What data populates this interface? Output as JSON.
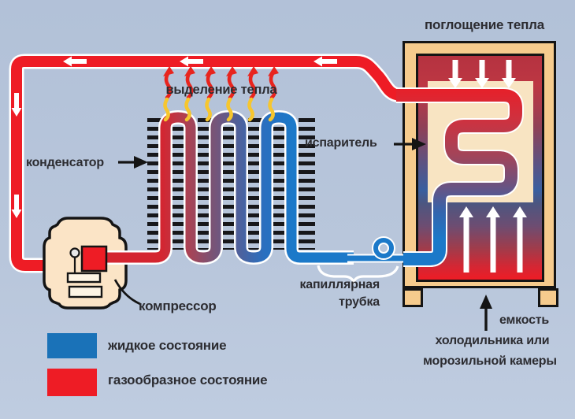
{
  "diagram_title": "Refrigeration cycle (household refrigerator) schematic",
  "labels": {
    "heat_absorption": "поглощение тепла",
    "heat_release": "выделение тепла",
    "condenser": "конденсатор",
    "evaporator": "испаритель",
    "compressor": "компрессор",
    "capillary_line1": "капиллярная",
    "capillary_line2": "трубка",
    "chamber_line1": "емкость",
    "chamber_line2": "холодильника или",
    "chamber_line3": "морозильной камеры"
  },
  "legend": {
    "items": [
      {
        "label": "жидкое состояние",
        "color": "#1a72b8"
      },
      {
        "label": "газообразное состояние",
        "color": "#ee1c25"
      }
    ]
  },
  "colors": {
    "background": "#b6c4da",
    "gas_pipe_red": "#ee1c25",
    "liquid_pipe_blue": "#1b79c9",
    "condenser_fins": "#17171a",
    "cabinet_frame_tan": "#f6cb8d",
    "cabinet_inner_panel": "#f8e4c2",
    "compressor_body": "#fbe4c6",
    "flame_arrow_red": "#e8241e",
    "flame_arrow_yellow": "#f6c62e",
    "label_text": "#2c2c31"
  },
  "icons": {
    "flow_arrows_top_pipe": "white arrows pointing left",
    "flow_arrows_left_pipe": "white arrows pointing down",
    "cabinet_top_arrows": "white arrows pointing down (heat absorbed)",
    "cabinet_bottom_arrows": "white arrows pointing up (cold air)",
    "heat_release_arrows": "six wavy red/yellow flame arrows pointing up"
  }
}
